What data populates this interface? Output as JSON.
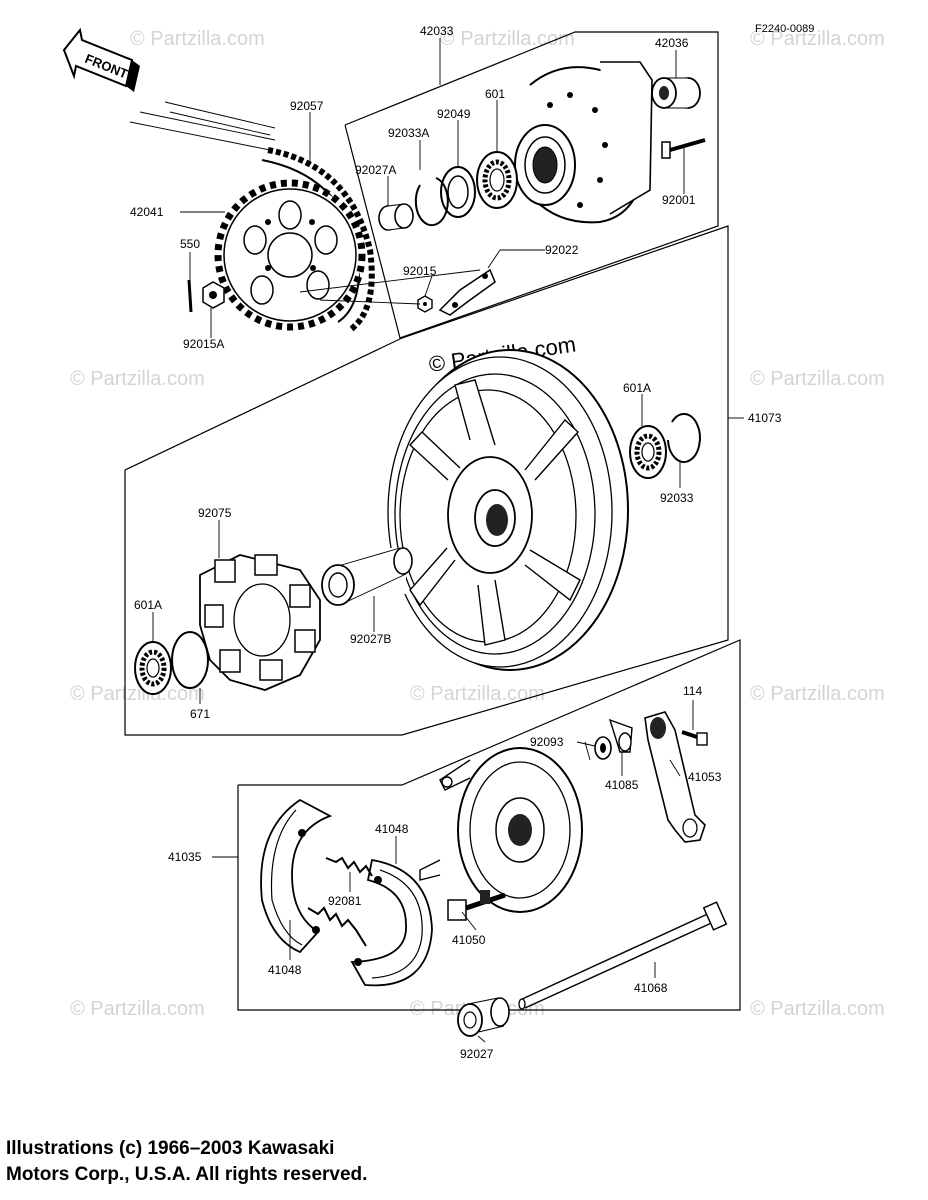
{
  "figure_code": "F2240-0089",
  "front_label": "FRONT",
  "watermark": "© Partzilla.com",
  "watermark_inline": "© Partzilla.com",
  "copyright": {
    "line1": "Illustrations (c) 1966–2003 Kawasaki",
    "line2": "Motors Corp., U.S.A.  All rights reserved."
  },
  "parts": {
    "p42033": "42033",
    "p42036": "42036",
    "p92057": "92057",
    "p601": "601",
    "p92049": "92049",
    "p92033A": "92033A",
    "p92027A": "92027A",
    "p92001": "92001",
    "p42041": "42041",
    "p550": "550",
    "p92022": "92022",
    "p92015": "92015",
    "p92015A": "92015A",
    "p601A_top": "601A",
    "p41073": "41073",
    "p92033": "92033",
    "p92075": "92075",
    "p601A_left": "601A",
    "p92027B": "92027B",
    "p671": "671",
    "p114": "114",
    "p92093": "92093",
    "p41085": "41085",
    "p41053": "41053",
    "p41035": "41035",
    "p41048_top": "41048",
    "p92081": "92081",
    "p41050": "41050",
    "p41048_bot": "41048",
    "p41068": "41068",
    "p92027": "92027"
  }
}
